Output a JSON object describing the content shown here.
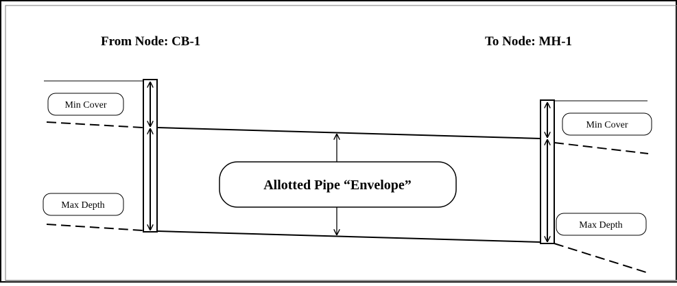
{
  "nodes": {
    "from_label": "From Node: CB-1",
    "to_label": "To Node: MH-1"
  },
  "labels": {
    "left_min_cover": "Min Cover",
    "left_max_depth": "Max Depth",
    "right_min_cover": "Min Cover",
    "right_max_depth": "Max Depth",
    "envelope": "Allotted Pipe “Envelope”"
  }
}
